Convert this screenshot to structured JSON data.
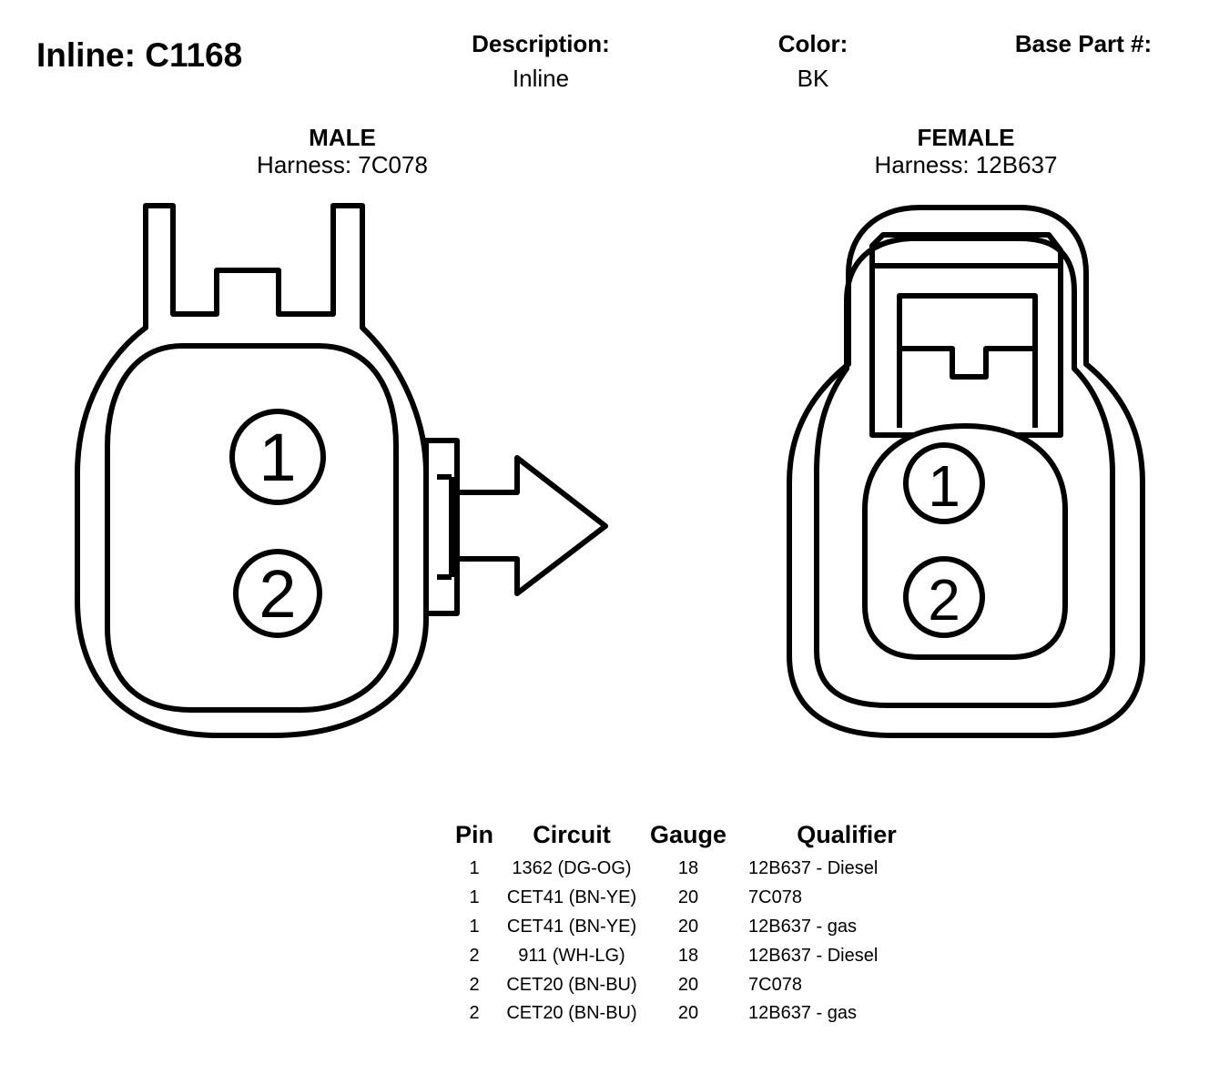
{
  "header": {
    "title": "Inline: C1168",
    "description_label": "Description:",
    "description_value": "Inline",
    "color_label": "Color:",
    "color_value": "BK",
    "base_part_label": "Base Part #:",
    "base_part_value": ""
  },
  "male": {
    "label": "MALE",
    "harness": "Harness: 7C078",
    "pins": [
      "1",
      "2"
    ]
  },
  "female": {
    "label": "FEMALE",
    "harness": "Harness: 12B637",
    "pins": [
      "1",
      "2"
    ]
  },
  "table": {
    "headers": [
      "Pin",
      "Circuit",
      "Gauge",
      "Qualifier"
    ],
    "rows": [
      [
        "1",
        "1362 (DG-OG)",
        "18",
        "12B637 - Diesel"
      ],
      [
        "1",
        "CET41 (BN-YE)",
        "20",
        "7C078"
      ],
      [
        "1",
        "CET41 (BN-YE)",
        "20",
        "12B637 - gas"
      ],
      [
        "2",
        "911 (WH-LG)",
        "18",
        "12B637 - Diesel"
      ],
      [
        "2",
        "CET20 (BN-BU)",
        "20",
        "7C078"
      ],
      [
        "2",
        "CET20 (BN-BU)",
        "20",
        "12B637 - gas"
      ]
    ]
  }
}
